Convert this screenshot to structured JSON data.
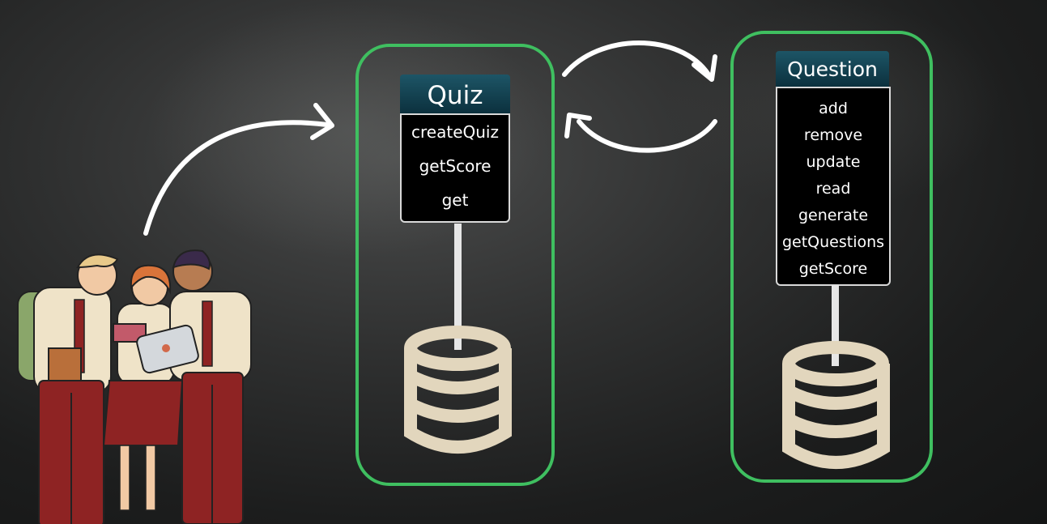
{
  "quiz_service": {
    "title": "Quiz",
    "methods": [
      "createQuiz",
      "getScore",
      "get"
    ]
  },
  "question_service": {
    "title": "Question",
    "methods": [
      "add",
      "remove",
      "update",
      "read",
      "generate",
      "getQuestions",
      "getScore"
    ]
  },
  "colors": {
    "service_border": "#3fbf60",
    "header_bg": "#0b2f3c",
    "database": "#e2d6bd",
    "arrow": "#ffffff"
  },
  "icons": [
    "users-illustration-icon",
    "database-icon",
    "arrow-icon"
  ]
}
